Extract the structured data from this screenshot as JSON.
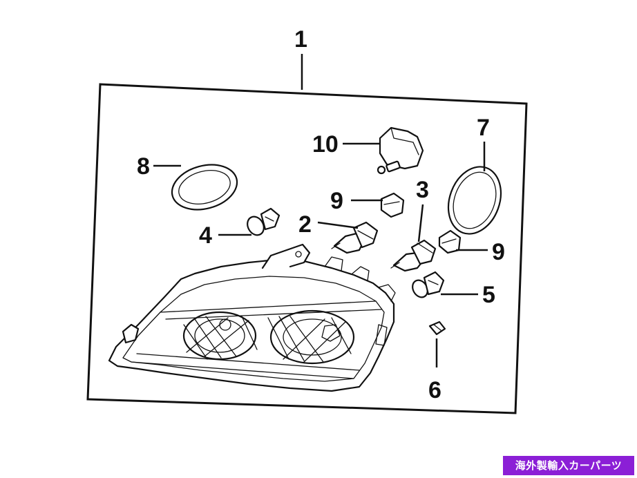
{
  "diagram": {
    "callouts": {
      "c1": "1",
      "c2": "2",
      "c3": "3",
      "c4": "4",
      "c5": "5",
      "c6": "6",
      "c7": "7",
      "c8": "8",
      "c9a": "9",
      "c9b": "9",
      "c10": "10"
    }
  },
  "watermark": {
    "text": "海外製輸入カーパーツ",
    "color": "#8b1fd6"
  }
}
